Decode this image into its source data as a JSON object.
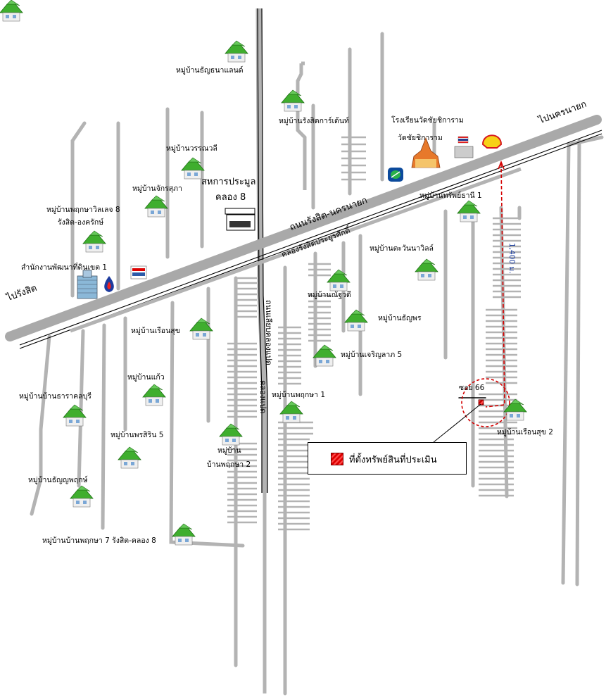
{
  "colors": {
    "road": "#b3b3b3",
    "highway": "#a9a9a9",
    "canal": "#000000",
    "house_green": "#3fae2e",
    "marker": "#d40000",
    "distance_line": "#d40000"
  },
  "road_labels": {
    "to_rangsit": "ไปรังสิต",
    "to_nakhon_nayok": "ไปนครนายก",
    "main_road": "ถนนรังสิต-นครนายก",
    "main_canal": "คลองรังสิตประยูรศักดิ์",
    "canal_8": "คลอง 8",
    "canal_8_road": "ถนนเลียบคลองแปด",
    "canal_8_vertical": "คลองแปด",
    "soi_66": "ซอย 66",
    "distance": "1,400 ม."
  },
  "places": [
    {
      "id": "thanya-land",
      "text": "หมู่บ้านธัญธนาแลนด์"
    },
    {
      "id": "rangsit-garden",
      "text": "หมู่บ้านรังสิตการ์เด้นท์"
    },
    {
      "id": "wanwilai",
      "text": "หมู่บ้านวรรณวลี"
    },
    {
      "id": "chakkrasuphaa",
      "text": "หมู่บ้านจักรสุภา"
    },
    {
      "id": "coop",
      "text": "สหการประมูล"
    },
    {
      "id": "coop-klong8",
      "text": "คลอง 8"
    },
    {
      "id": "phruksa-village",
      "text": "หมู่บ้านพฤกษาวิลเลจ 8"
    },
    {
      "id": "rangsit-ongkarak",
      "text": "รังสิต-องครักษ์"
    },
    {
      "id": "land-office",
      "text": "สำนักงานพัฒนาที่ดินเขต 1"
    },
    {
      "id": "school",
      "text": "โรงเรียนวัดชัยชิการาม"
    },
    {
      "id": "temple",
      "text": "วัดชัยชิการาม"
    },
    {
      "id": "sap-thani",
      "text": "หมู่บ้านทรัพย์ธานี 1"
    },
    {
      "id": "tawan-na",
      "text": "หมู่บ้านตะวันนาวิลล์"
    },
    {
      "id": "nattawadee",
      "text": "หมู่บ้านณัฐวดี"
    },
    {
      "id": "thanyaporn",
      "text": "หมู่บ้านธัญพร"
    },
    {
      "id": "charoen-lap",
      "text": "หมู่บ้านเจริญลาภ 5"
    },
    {
      "id": "ruen-suk",
      "text": "หมู่บ้านเรือนสุข"
    },
    {
      "id": "kaew",
      "text": "หมู่บ้านแก้ว"
    },
    {
      "id": "rachaburi",
      "text": "หมู่บ้านบ้านธาราคลบุรี"
    },
    {
      "id": "porn-sirin",
      "text": "หมู่บ้านพรสิริน 5"
    },
    {
      "id": "phruksa-1",
      "text": "หมู่บ้านพฤกษา 1"
    },
    {
      "id": "phruksa-2-a",
      "text": "หมู่บ้าน"
    },
    {
      "id": "phruksa-2-b",
      "text": "บ้านพฤกษา 2"
    },
    {
      "id": "thanya-phruksa",
      "text": "หมู่บ้านธัญญพฤกษ์"
    },
    {
      "id": "phruksa-7",
      "text": "หมู่บ้านบ้านพฤกษา 7 รังสิต-คลอง 8"
    },
    {
      "id": "ruen-suk-2",
      "text": "หมู่บ้านเรือนสุข 2"
    }
  ],
  "logos": {
    "tesco": "TESCO Lotus",
    "ptt": "ptt-logo",
    "shell": "shell-logo",
    "bangchak": "bangchak-logo"
  },
  "legend": {
    "text": "ที่ตั้งทรัพย์สินที่ประเมิน"
  }
}
